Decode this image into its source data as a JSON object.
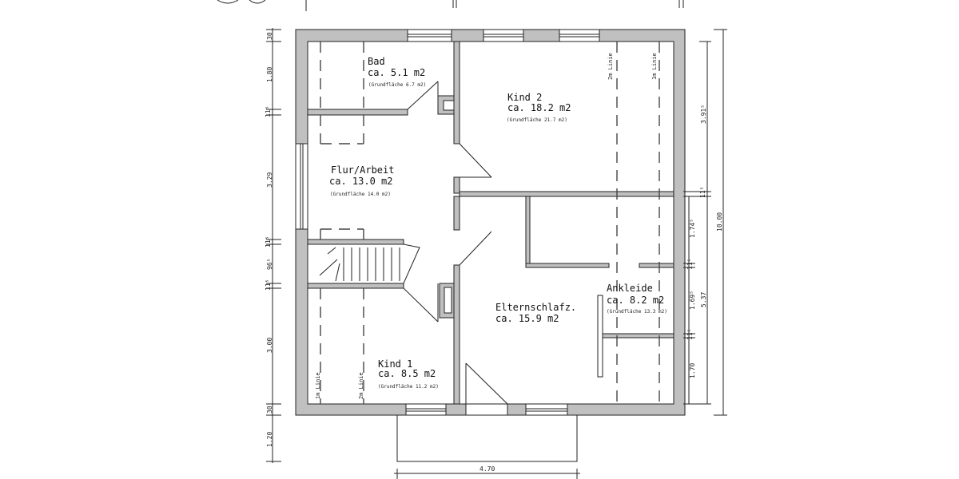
{
  "rooms": [
    {
      "name": "Bad",
      "area": "ca. 5.1 m2",
      "gross": "(Grundfläche 6.7 m2)"
    },
    {
      "name": "Kind 2",
      "area": "ca. 18.2 m2",
      "gross": "(Grundfläche 21.7 m2)"
    },
    {
      "name": "Flur/Arbeit",
      "area": "ca. 13.0 m2",
      "gross": "(Grundfläche 14.0 m2)"
    },
    {
      "name": "Ankleide",
      "area": "ca. 8.2 m2",
      "gross": "(Grundfläche 13.3 m2)"
    },
    {
      "name": "Elternschlafz.",
      "area": "ca. 15.9 m2"
    },
    {
      "name": "Kind 1",
      "area": "ca. 8.5 m2",
      "gross": "(Grundfläche 11.2 m2)"
    }
  ],
  "height_lines": {
    "one_m": "1m Linie",
    "two_m": "2m Linie"
  },
  "dimensions": {
    "left": [
      "30",
      "1.80",
      "11⁵",
      "3.29",
      "11⁵",
      "96⁵",
      "11⁵",
      "3.00",
      "30",
      "1.20"
    ],
    "right_inner": [
      "3.91⁵",
      "11⁵",
      "1.74⁵",
      "11⁵",
      "1.69⁵",
      "11⁵",
      "1.70"
    ],
    "right_mid": "5.37",
    "right_total": "10.00",
    "bottom": "4.70"
  },
  "colors": {
    "wall": "#c0c0c0",
    "line": "#222222"
  }
}
